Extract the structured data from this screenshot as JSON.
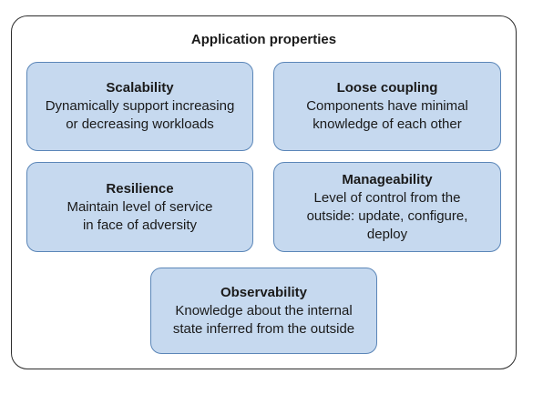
{
  "diagram": {
    "title": "Application properties",
    "cards": [
      {
        "title": "Scalability",
        "description": "Dynamically support increasing\nor decreasing workloads"
      },
      {
        "title": "Loose coupling",
        "description": "Components have minimal\nknowledge of each other"
      },
      {
        "title": "Resilience",
        "description": "Maintain level of service\nin face of adversity"
      },
      {
        "title": "Manageability",
        "description": "Level of control from the\noutside: update, configure,\ndeploy"
      },
      {
        "title": "Observability",
        "description": "Knowledge about the internal\nstate inferred from the outside"
      }
    ],
    "colors": {
      "card_fill": "#c6d9ef",
      "card_border": "#5b86b8",
      "frame_border": "#2b2b2b"
    }
  }
}
